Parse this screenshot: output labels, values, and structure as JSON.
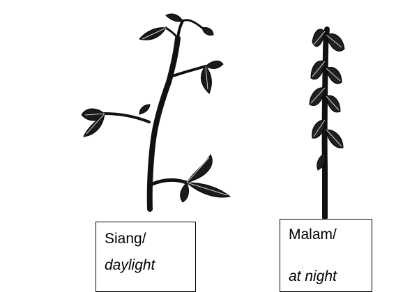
{
  "labels": {
    "day": {
      "line1": "Siang/",
      "line2": "daylight"
    },
    "night": {
      "line1": "Malam/",
      "line2": "at night"
    }
  },
  "colors": {
    "ink": "#111111",
    "paper": "#ffffff"
  }
}
